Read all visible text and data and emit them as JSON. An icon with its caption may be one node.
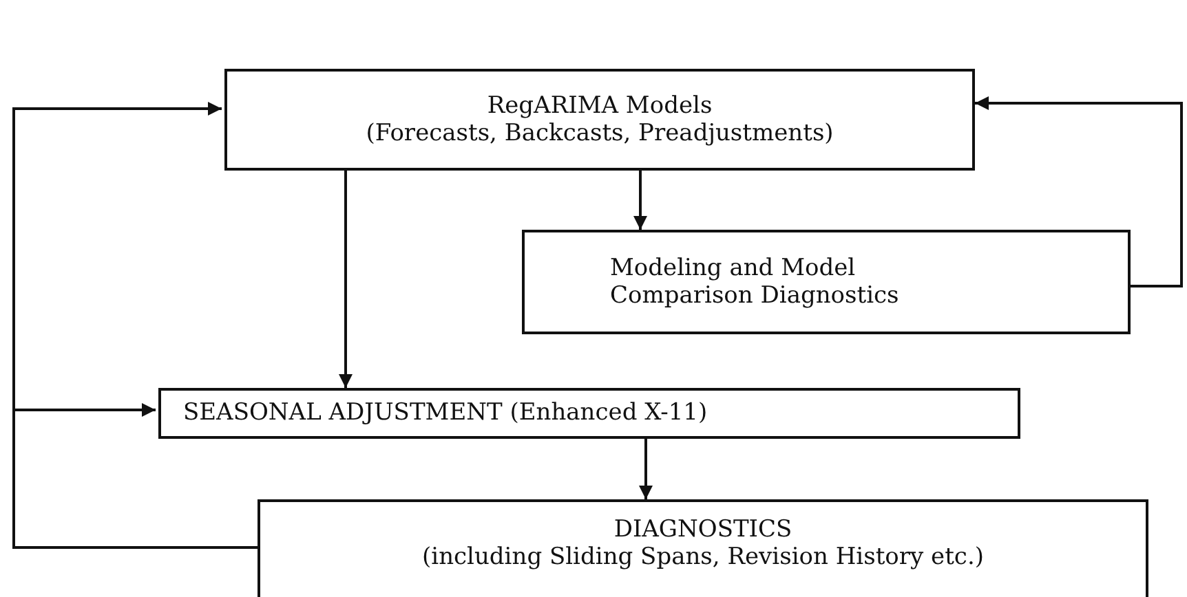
{
  "diagram": {
    "nodes": [
      {
        "text": [
          "RegARIMA Models",
          "(Forecasts, Backcasts, Preadjustments)"
        ]
      },
      {
        "text": [
          "Modeling and Model Comparison Diagnostics"
        ]
      },
      {
        "text": [
          "SEASONAL ADJUSTMENT (Enhanced X-11)"
        ]
      },
      {
        "text": [
          "DIAGNOSTICS",
          "(including Sliding Spans, Revision History etc.)"
        ]
      }
    ],
    "edges": [
      {
        "from": 0,
        "to": 1,
        "arrow": "to"
      },
      {
        "from": 0,
        "to": 2,
        "arrow": "to"
      },
      {
        "from": 2,
        "to": 3,
        "arrow": "to"
      },
      {
        "from": 1,
        "to": 0,
        "arrow": "to"
      },
      {
        "from": 3,
        "to": 0,
        "arrow": "to"
      },
      {
        "from": 3,
        "to": 2,
        "arrow": "to"
      }
    ]
  }
}
